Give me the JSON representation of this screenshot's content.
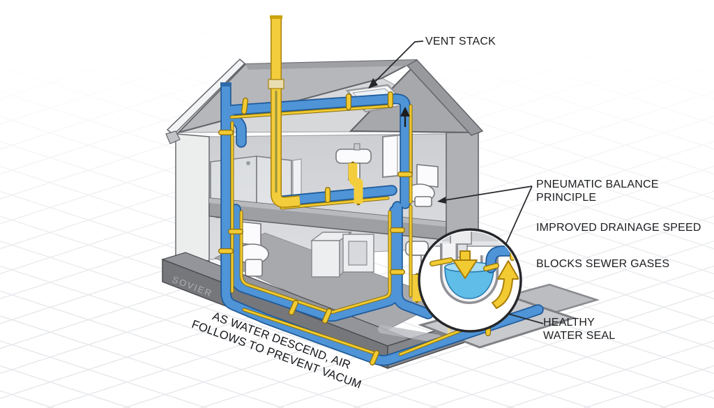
{
  "labels": {
    "vent_stack": "VENT STACK",
    "pneumatic": {
      "line1": "PNEUMATIC BALANCE",
      "line2": "PRINCIPLE"
    },
    "improved": "IMPROVED DRAINAGE SPEED",
    "blocks": "BLOCKS SEWER GASES",
    "healthy": {
      "line1": "HEALTHY",
      "line2": "WATER SEAL"
    },
    "caption": {
      "line1": "AS WATER DESCEND, AIR",
      "line2": "FOLLOWS TO PREVENT VACUM"
    },
    "foundation": "SOVIER"
  },
  "icons": [
    "vent-leader-arrow",
    "airflow-up-arrow",
    "down-flow-arrow",
    "up-air-swoosh-arrow"
  ],
  "colors": {
    "pipe_blue": "#4e94d6",
    "pipe_blue_dark": "#1f5a99",
    "pipe_yellow": "#f3cd3b",
    "pipe_yellow_dark": "#a8800a",
    "water": "#5fbde8",
    "water_surface": "#a6dcf4",
    "wall_light": "#d7d8db",
    "roof_gray": "#b6b7ba",
    "gable_gray": "#a7a8ac",
    "foundation_dark": "#76777b",
    "pavement": "#c9cacd",
    "line_black": "#26272b",
    "grid": "#e7e9ec",
    "background": "#ffffff"
  },
  "inset": {
    "subject": "p-trap-water-seal",
    "elements": [
      "drain-tailpiece",
      "down-flow-arrow",
      "u-trap-tube",
      "trapped-water",
      "vent-elbow-pipe",
      "up-air-swoosh-arrow"
    ]
  }
}
